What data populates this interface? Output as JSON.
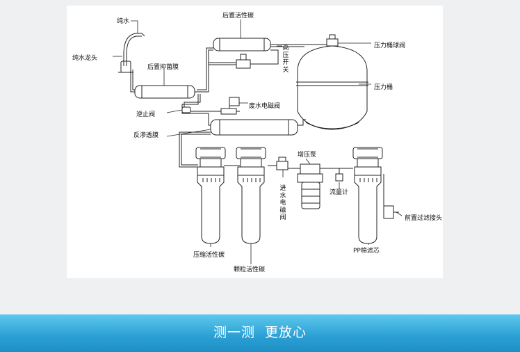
{
  "labels": {
    "pure_water": "纯水",
    "pure_faucet": "纯水龙头",
    "post_carbon": "后置活性碳",
    "post_antibac": "后置抑菌膜",
    "hp_switch": "高压开关",
    "tank_valve": "压力桶球阀",
    "tank": "压力桶",
    "waste_valve": "废水电磁阀",
    "check_valve": "逆止阀",
    "ro_membrane": "反渗透膜",
    "booster_pump": "增压泵",
    "inlet_valve": "进水电磁阀",
    "flow_meter": "流量计",
    "pre_connector": "前置过滤接头",
    "compressed_carbon": "压缩活性碳",
    "granular_carbon": "颗粒活性碳",
    "pp_cotton": "PP棉滤芯"
  },
  "banner": {
    "title": "测一测  更放心",
    "colors": {
      "top": "#5ec8ee",
      "bottom": "#1f8fc6",
      "text": "#ffffff"
    }
  }
}
